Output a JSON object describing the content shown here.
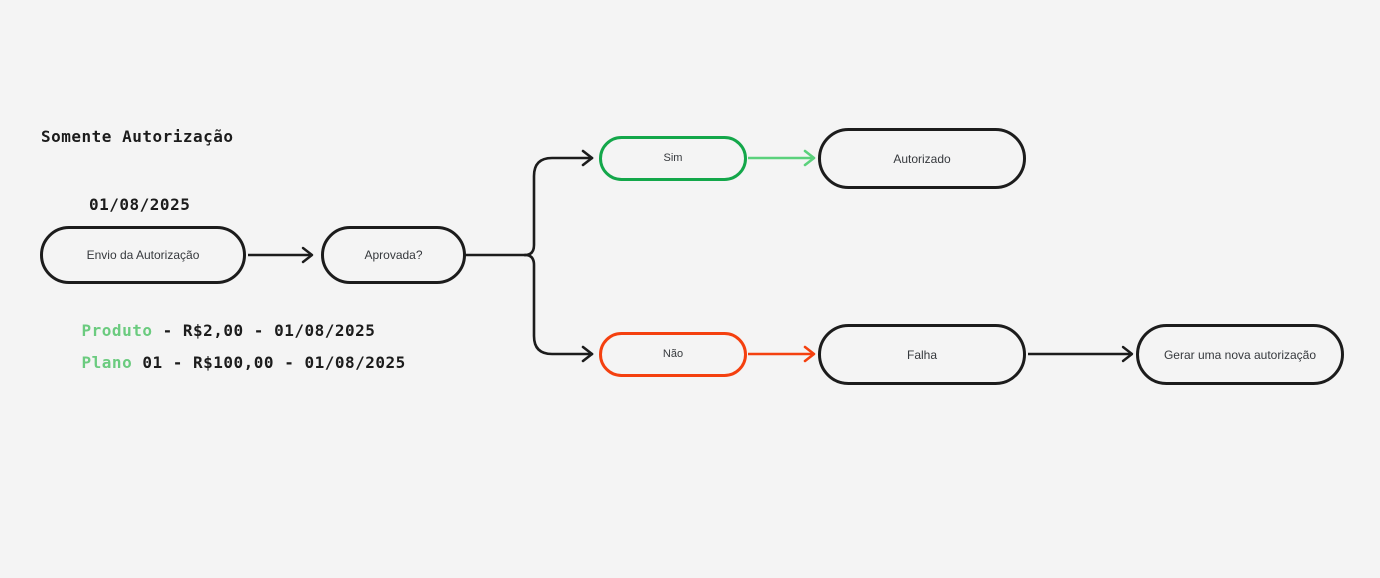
{
  "diagram": {
    "title": "Somente Autorização",
    "background_color": "#f4f4f4",
    "date_label": "01/08/2025",
    "details": [
      {
        "key": "Produto",
        "value": " - R$2,00 - 01/08/2025"
      },
      {
        "key": "Plano",
        "value": " 01 - R$100,00 - 01/08/2025"
      }
    ],
    "colors": {
      "ink": "#1c1c1c",
      "green_key": "#6bcb7f",
      "green_node": "#13a74a",
      "green_arrow": "#5bd17c",
      "orange": "#f4400f",
      "text": "#36393d"
    },
    "nodes": [
      {
        "id": "envio",
        "label": "Envio da Autorização"
      },
      {
        "id": "aprovada",
        "label": "Aprovada?"
      },
      {
        "id": "sim",
        "label": "Sim"
      },
      {
        "id": "nao",
        "label": "Não"
      },
      {
        "id": "autorizado",
        "label": "Autorizado"
      },
      {
        "id": "falha",
        "label": "Falha"
      },
      {
        "id": "gerar",
        "label": "Gerar uma nova autorização"
      }
    ]
  }
}
